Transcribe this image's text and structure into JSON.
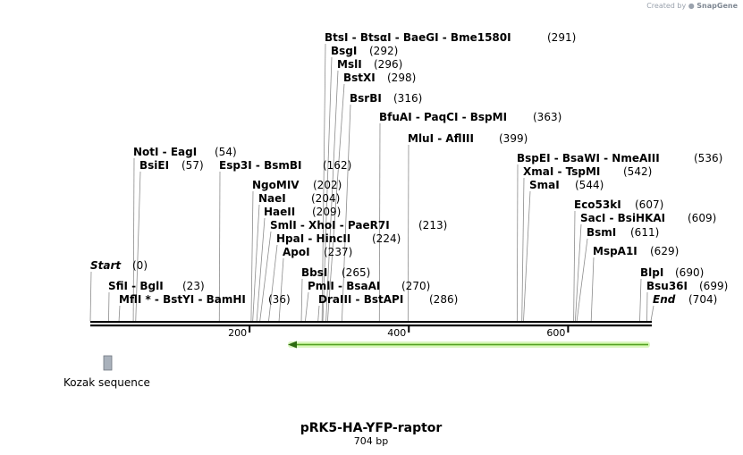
{
  "credit": {
    "prefix": "Created by",
    "brand": "SnapGene"
  },
  "plasmid": {
    "name": "pRK5-HA-YFP-raptor",
    "length_label": "704 bp",
    "length": 704
  },
  "ruler": [
    {
      "bp": 200,
      "label": "200"
    },
    {
      "bp": 400,
      "label": "400"
    },
    {
      "bp": 600,
      "label": "600"
    }
  ],
  "features": [
    {
      "name": "Kozak sequence",
      "color": "#a9b1bb"
    }
  ],
  "orf": {
    "start": 250,
    "end": 704,
    "direction": "reverse",
    "color": "#7fd23c"
  },
  "sites": [
    {
      "text": "Start",
      "pos_label": "(0)",
      "bp": 0,
      "italic": true
    },
    {
      "text": "SfiI  -  BglI",
      "pos_label": "(23)",
      "bp": 23
    },
    {
      "text": "MflI * - BstYI  -  BamHI",
      "pos_label": "(36)",
      "bp": 36
    },
    {
      "text": "NotI  -  EagI",
      "pos_label": "(54)",
      "bp": 54
    },
    {
      "text": "BsiEI",
      "pos_label": "(57)",
      "bp": 57
    },
    {
      "text": "Esp3I  -  BsmBI",
      "pos_label": "(162)",
      "bp": 162
    },
    {
      "text": "NgoMIV",
      "pos_label": "(202)",
      "bp": 202
    },
    {
      "text": "NaeI",
      "pos_label": "(204)",
      "bp": 204
    },
    {
      "text": "HaeII",
      "pos_label": "(209)",
      "bp": 209
    },
    {
      "text": "SmlI  -  XhoI  -  PaeR7I",
      "pos_label": "(213)",
      "bp": 213
    },
    {
      "text": "HpaI  -  HincII",
      "pos_label": "(224)",
      "bp": 224
    },
    {
      "text": "ApoI",
      "pos_label": "(237)",
      "bp": 237
    },
    {
      "text": "BbsI",
      "pos_label": "(265)",
      "bp": 265
    },
    {
      "text": "PmlI  -  BsaAI",
      "pos_label": "(270)",
      "bp": 270
    },
    {
      "text": "DraIII  -  BstAPI",
      "pos_label": "(286)",
      "bp": 286
    },
    {
      "text": "BtsI  -  BtsαI  -  BaeGI  -  Bme1580I",
      "pos_label": "(291)",
      "bp": 291
    },
    {
      "text": "BsgI",
      "pos_label": "(292)",
      "bp": 292
    },
    {
      "text": "MslI",
      "pos_label": "(296)",
      "bp": 296
    },
    {
      "text": "BstXI",
      "pos_label": "(298)",
      "bp": 298
    },
    {
      "text": "BsrBI",
      "pos_label": "(316)",
      "bp": 316
    },
    {
      "text": "BfuAI  -  PaqCI  -  BspMI",
      "pos_label": "(363)",
      "bp": 363
    },
    {
      "text": "MluI  -  AflIII",
      "pos_label": "(399)",
      "bp": 399
    },
    {
      "text": "BspEI  -  BsaWI  -  NmeAIII",
      "pos_label": "(536)",
      "bp": 536
    },
    {
      "text": "XmaI  -  TspMI",
      "pos_label": "(542)",
      "bp": 542
    },
    {
      "text": "SmaI",
      "pos_label": "(544)",
      "bp": 544
    },
    {
      "text": "Eco53kI",
      "pos_label": "(607)",
      "bp": 607
    },
    {
      "text": "SacI  -  BsiHKAI",
      "pos_label": "(609)",
      "bp": 609
    },
    {
      "text": "BsmI",
      "pos_label": "(611)",
      "bp": 611
    },
    {
      "text": "MspA1I",
      "pos_label": "(629)",
      "bp": 629
    },
    {
      "text": "BlpI",
      "pos_label": "(690)",
      "bp": 690
    },
    {
      "text": "Bsu36I",
      "pos_label": "(699)",
      "bp": 699
    },
    {
      "text": "End",
      "pos_label": "(704)",
      "bp": 704,
      "italic": true
    }
  ]
}
